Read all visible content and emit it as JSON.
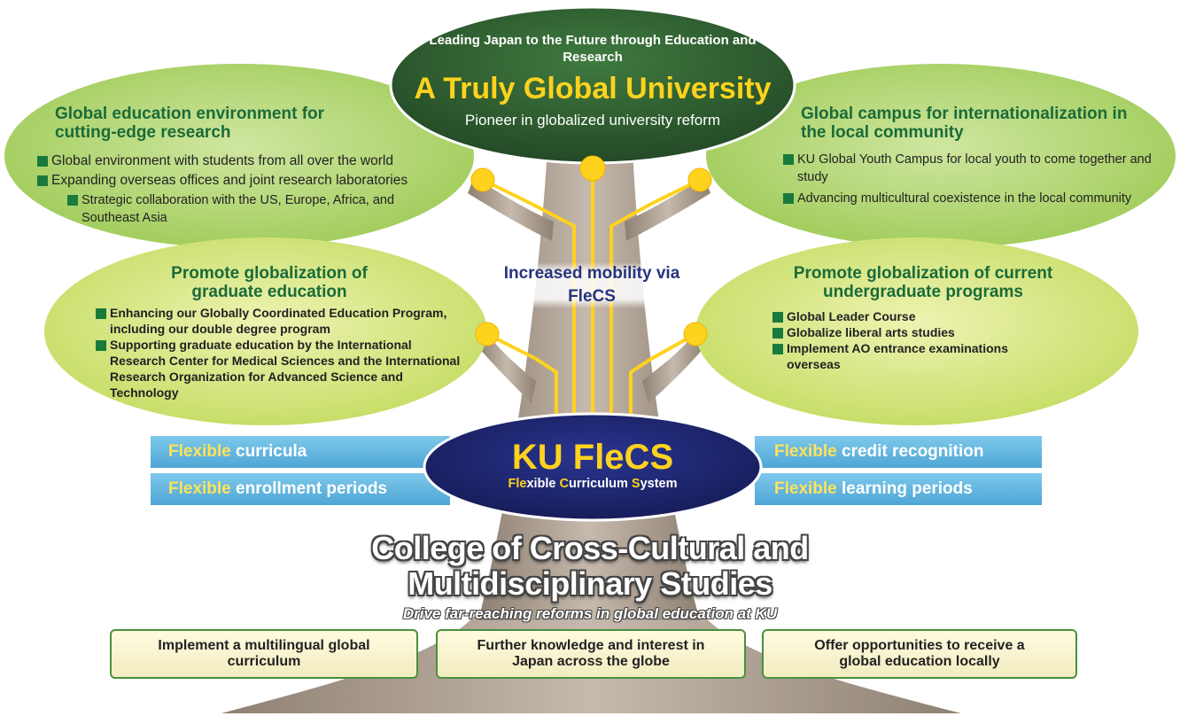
{
  "top": {
    "subtitle": "Leading Japan to the Future through Education and Research",
    "title": "A Truly Global University",
    "tagline": "Pioneer in globalized university reform"
  },
  "left_top": {
    "title": "Global education environment for cutting-edge research",
    "items": [
      "Global environment with students from all over the world",
      "Expanding overseas offices and joint research laboratories",
      "Strategic collaboration with the US, Europe, Africa, and Southeast Asia"
    ]
  },
  "right_top": {
    "title": "Global campus for internationalization in the local community",
    "items": [
      "KU Global Youth Campus for local youth to come together and study",
      "Advancing multicultural coexistence in the local community"
    ]
  },
  "left_mid": {
    "title": "Promote globalization of graduate education",
    "items": [
      "Enhancing our Globally Coordinated Education Program, including our double degree program",
      "Supporting graduate education by the International Research Center for Medical Sciences and the International Research Organization for Advanced Science and Technology"
    ]
  },
  "right_mid": {
    "title": "Promote globalization of current undergraduate programs",
    "items": [
      "Global Leader Course",
      "Globalize liberal arts studies",
      "Implement AO entrance examinations overseas"
    ]
  },
  "mobility": "Increased mobility via FleCS",
  "flecs": {
    "title": "KU FleCS",
    "subtitle_parts": [
      "Fle",
      "xible ",
      "C",
      "urriculum ",
      "S",
      "ystem"
    ]
  },
  "bands": {
    "flex_word": "Flexible",
    "left_top": "curricula",
    "left_bottom": "enrollment periods",
    "right_top": "credit recognition",
    "right_bottom": "learning periods"
  },
  "college": {
    "line1": "College of Cross-Cultural and",
    "line2": "Multidisciplinary Studies",
    "drive": "Drive far-reaching reforms in global education at KU"
  },
  "boxes": [
    "Implement a multilingual global curriculum",
    "Further knowledge and interest in Japan across the globe",
    "Offer opportunities to receive a global education locally"
  ],
  "colors": {
    "ellipse_top": "#a6cf5e",
    "ellipse_mid": "#c9df6a",
    "crown": "#2f5b30",
    "gold": "#ffd21e",
    "flecs": "#1c2466",
    "trunk": "#a89a8c"
  }
}
